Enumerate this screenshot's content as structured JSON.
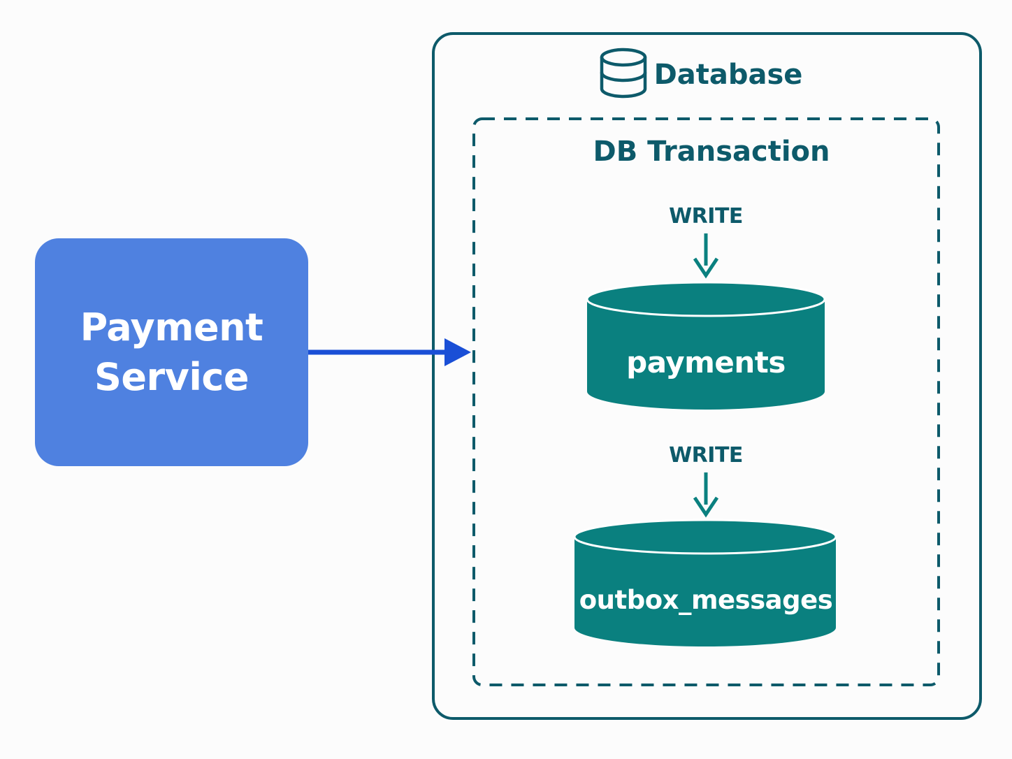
{
  "payment_service": {
    "line1": "Payment",
    "line2": "Service",
    "color": "#4f81e0"
  },
  "database": {
    "title": "Database",
    "icon": "database-icon",
    "border_color": "#0d5a6a"
  },
  "transaction": {
    "title": "DB Transaction",
    "style": "dashed"
  },
  "writes": [
    {
      "label": "WRITE",
      "table": "payments"
    },
    {
      "label": "WRITE",
      "table": "outbox_messages"
    }
  ],
  "colors": {
    "arrow": "#1a4fd6",
    "table_fill": "#0a807f",
    "text_dark": "#0d5a6a"
  }
}
